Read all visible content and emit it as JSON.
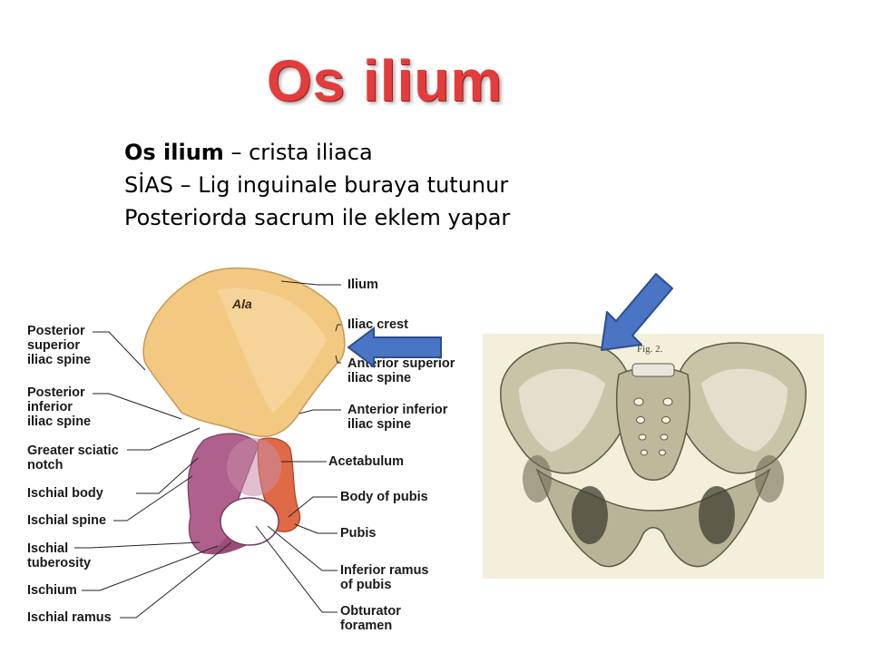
{
  "title": "Os ilium",
  "bullets": [
    {
      "bold": "Os ilium",
      "rest": " – crista iliaca"
    },
    {
      "bold": "",
      "rest": "SİAS – Lig inguinale buraya tutunur"
    },
    {
      "bold": "",
      "rest": "Posteriorda sacrum ile eklem yapar"
    }
  ],
  "diagram": {
    "inner_label": "Ala",
    "left_labels": [
      "Posterior\nsuperior\niliac spine",
      "Posterior\ninferior\niliac spine",
      "Greater sciatic\nnotch",
      "Ischial body",
      "Ischial spine",
      "Ischial\ntuberosity",
      "Ischium",
      "Ischial ramus"
    ],
    "right_labels": [
      "Ilium",
      "Iliac crest",
      "Anterior superior\niliac spine",
      "Anterior inferior\niliac spine",
      "Acetabulum",
      "Body of pubis",
      "Pubis",
      "Inferior ramus\nof pubis",
      "Obturator\nforamen"
    ]
  },
  "sketch": {
    "caption": "Fig. 2."
  },
  "colors": {
    "title": "#e43c3c",
    "ilium": "#f3c982",
    "ischium": "#b0608d",
    "pubis": "#e06a45",
    "arrow_fill": "#4a74c4",
    "arrow_stroke": "#2c4f8f",
    "sketch_bg": "#f4efda"
  }
}
